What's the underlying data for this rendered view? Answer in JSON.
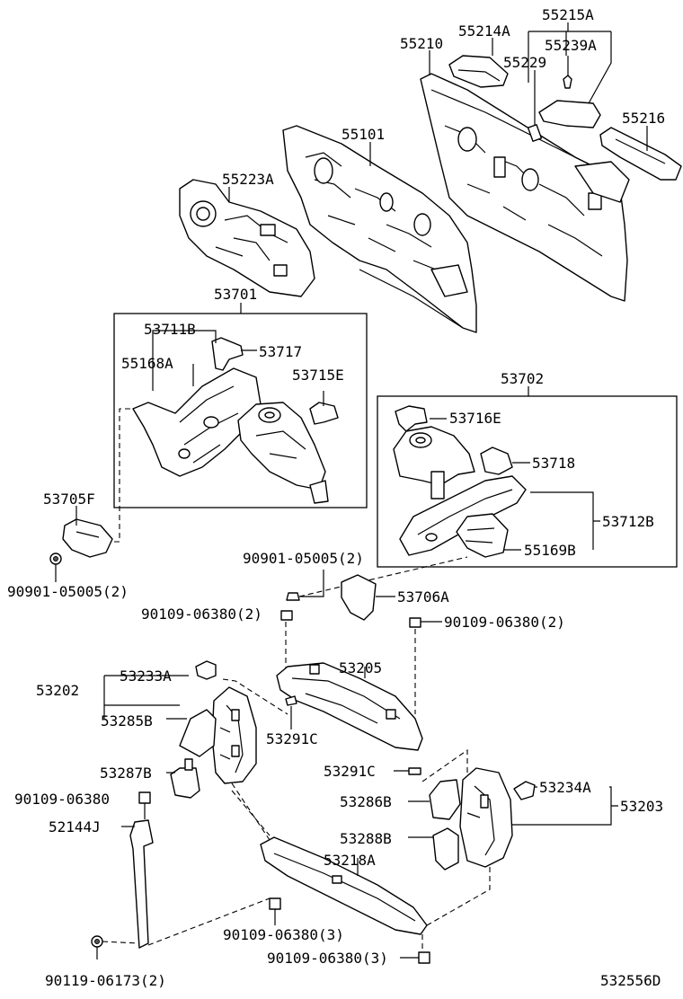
{
  "diagram_id": "532556D",
  "groups": {
    "g53701": "53701",
    "g53702": "53702",
    "g53202": "53202",
    "g53203": "53203",
    "g55215A": "55215A"
  },
  "parts": {
    "p55214A": "55214A",
    "p55210": "55210",
    "p55229": "55229",
    "p55239A": "55239A",
    "p55216": "55216",
    "p55101": "55101",
    "p55223A": "55223A",
    "p53711B": "53711B",
    "p53717": "53717",
    "p55168A": "55168A",
    "p53715E": "53715E",
    "p53716E": "53716E",
    "p53718": "53718",
    "p53712B": "53712B",
    "p55169B": "55169B",
    "p53705F": "53705F",
    "p90901_a": "90901-05005(2)",
    "p90901_b": "90901-05005(2)",
    "p53706A": "53706A",
    "p90109_a": "90109-06380(2)",
    "p90109_b": "90109-06380(2)",
    "p53233A": "53233A",
    "p53205": "53205",
    "p53285B": "53285B",
    "p53291C_a": "53291C",
    "p53291C_b": "53291C",
    "p53287B": "53287B",
    "p90109_c": "90109-06380",
    "p52144J": "52144J",
    "p53286B": "53286B",
    "p53234A": "53234A",
    "p53288B": "53288B",
    "p53218A": "53218A",
    "p90109_d": "90109-06380(3)",
    "p90109_e": "90109-06380(3)",
    "p90119": "90119-06173(2)"
  }
}
